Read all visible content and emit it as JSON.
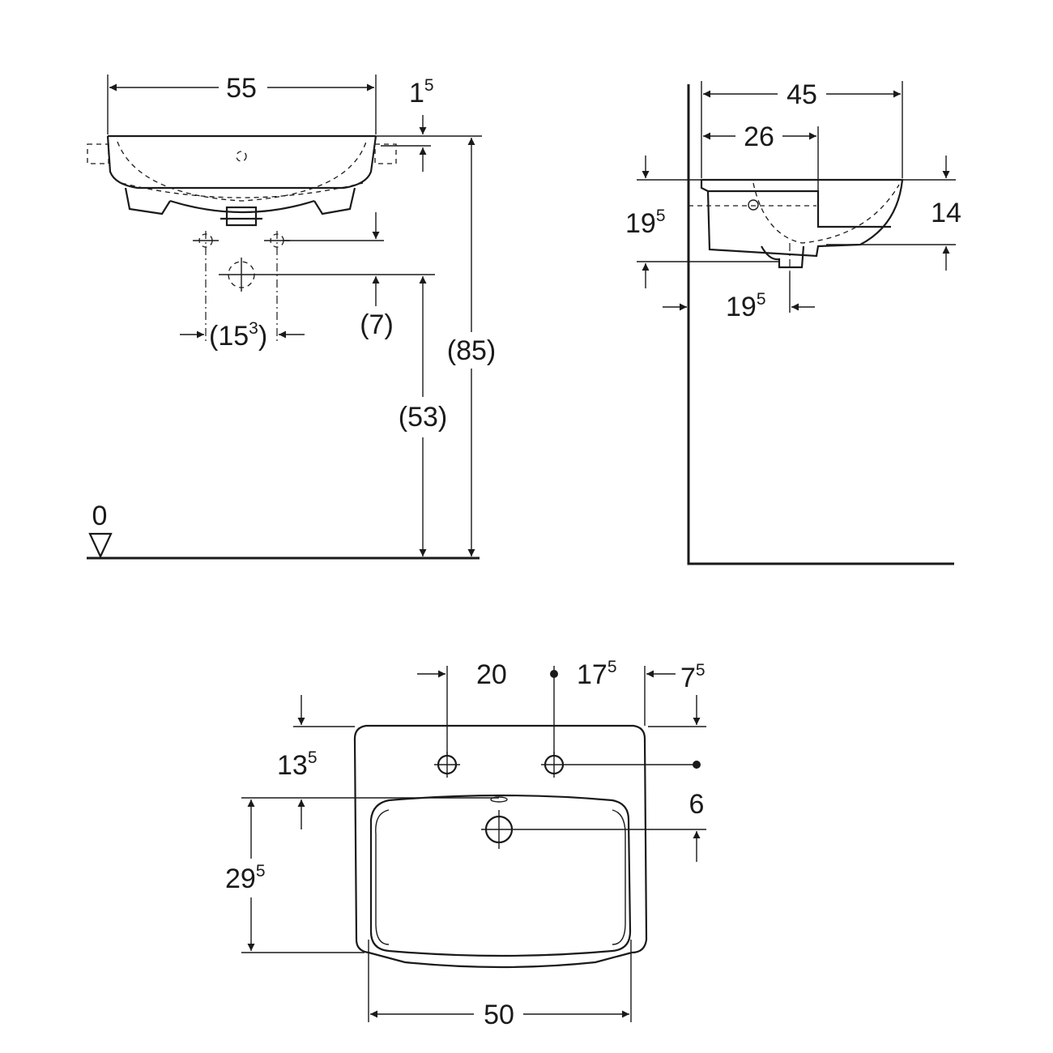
{
  "front_view": {
    "width": {
      "main": "55",
      "sup": ""
    },
    "rim_thickness": {
      "main": "1",
      "sup": "5"
    },
    "tap_spacing": {
      "main": "(15",
      "sup": "3",
      "tail": ")"
    },
    "trap_offset": {
      "main": "(7)",
      "sup": ""
    },
    "rim_height": {
      "main": "(85)",
      "sup": ""
    },
    "waste_height": {
      "main": "(53)",
      "sup": ""
    },
    "floor_level": {
      "main": "0",
      "sup": ""
    }
  },
  "side_view": {
    "depth": {
      "main": "45",
      "sup": ""
    },
    "bowl_depth": {
      "main": "26",
      "sup": ""
    },
    "bracket_height": {
      "main": "19",
      "sup": "5"
    },
    "bowl_height": {
      "main": "14",
      "sup": ""
    },
    "waste_distance": {
      "main": "19",
      "sup": "5"
    }
  },
  "top_view": {
    "tap_hole_left": {
      "main": "20",
      "sup": ""
    },
    "tap_hole_right": {
      "main": "17",
      "sup": "5"
    },
    "rear_offset": {
      "main": "7",
      "sup": "5"
    },
    "tap_row_distance": {
      "main": "13",
      "sup": "5"
    },
    "overflow_distance": {
      "main": "6",
      "sup": ""
    },
    "bowl_length": {
      "main": "29",
      "sup": "5"
    },
    "bowl_width": {
      "main": "50",
      "sup": ""
    }
  }
}
